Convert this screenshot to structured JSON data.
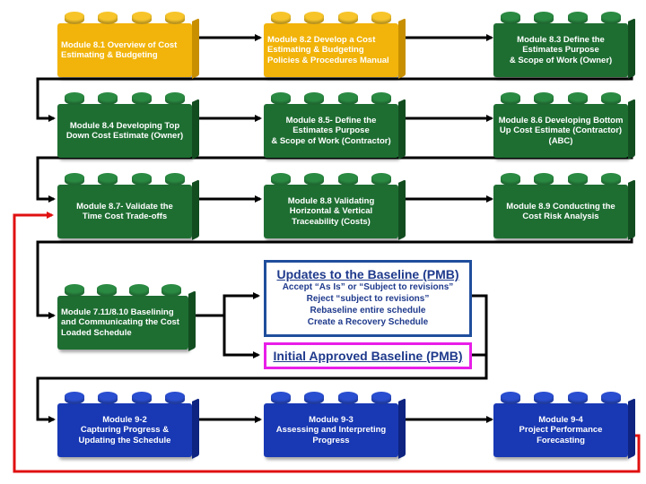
{
  "modules": [
    {
      "id": "m81",
      "label": "Module 8.1 Overview of Cost\nEstimating & Budgeting",
      "color": "yellow"
    },
    {
      "id": "m82",
      "label": "Module 8.2 Develop a Cost\nEstimating & Budgeting\nPolicies & Procedures Manual",
      "color": "yellow"
    },
    {
      "id": "m83",
      "label": "Module 8.3 Define the\nEstimates Purpose\n& Scope of Work (Owner)",
      "color": "green"
    },
    {
      "id": "m84",
      "label": "Module 8.4 Developing Top\nDown Cost Estimate (Owner)",
      "color": "green"
    },
    {
      "id": "m85",
      "label": "Module 8.5- Define the\nEstimates Purpose\n& Scope of Work (Contractor)",
      "color": "green"
    },
    {
      "id": "m86",
      "label": "Module 8.6 Developing Bottom\nUp Cost Estimate (Contractor)\n(ABC)",
      "color": "green"
    },
    {
      "id": "m87",
      "label": "Module 8.7- Validate the\nTime Cost Trade-offs",
      "color": "green"
    },
    {
      "id": "m88",
      "label": "Module 8.8 Validating\nHorizontal & Vertical\nTraceability (Costs)",
      "color": "green"
    },
    {
      "id": "m89",
      "label": "Module 8.9 Conducting the\nCost Risk Analysis",
      "color": "green"
    },
    {
      "id": "m711",
      "label": "Module 7.11/8.10 Baselining\nand Communicating the Cost\nLoaded Schedule",
      "color": "green"
    },
    {
      "id": "m92",
      "label": "Module 9-2\nCapturing Progress &\nUpdating the Schedule",
      "color": "blue"
    },
    {
      "id": "m93",
      "label": "Module 9-3\nAssessing and Interpreting\nProgress",
      "color": "blue"
    },
    {
      "id": "m94",
      "label": "Module 9-4\nProject Performance\nForecasting",
      "color": "blue"
    }
  ],
  "updates_box": {
    "title": "Updates to the Baseline (PMB)",
    "lines": [
      "Accept “As Is” or “Subject to revisions”",
      "Reject “subject to revisions”",
      "Rebaseline entire schedule",
      "Create a Recovery Schedule"
    ]
  },
  "initial_box": {
    "title": "Initial Approved Baseline (PMB)"
  },
  "colors": {
    "yellow": "#f2b40a",
    "green": "#1e6e32",
    "blue": "#1838b4",
    "connector": "#000000",
    "feedback_loop": "#e01010",
    "updates_border": "#1f4e9c",
    "initial_border": "#e81ee8"
  }
}
